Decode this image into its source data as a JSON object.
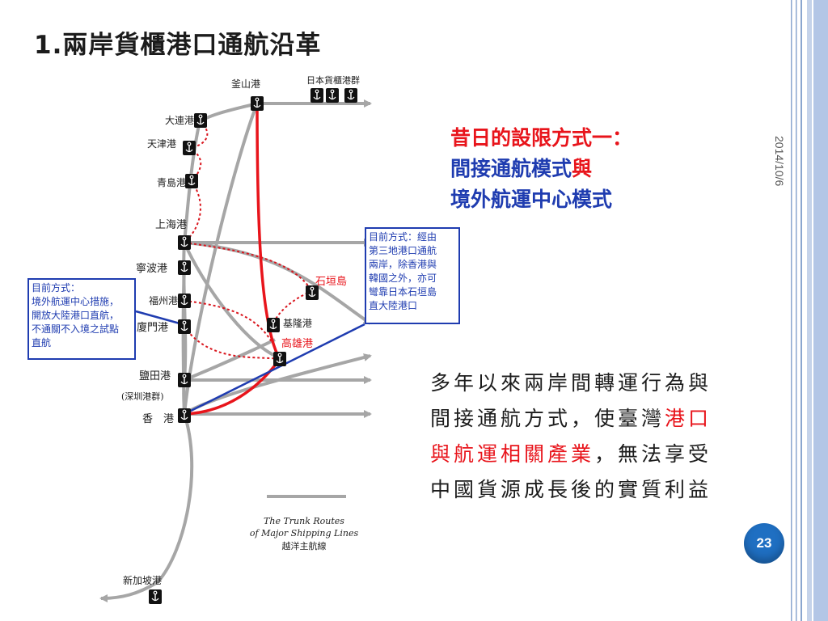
{
  "title": "1.兩岸貨櫃港口通航沿革",
  "date": "2014/10/6",
  "slide_number": "23",
  "heading": {
    "line1": "昔日的設限方式一：",
    "line2_a": "間接通航模式",
    "line2_b": "與",
    "line3": "境外航運中心模式"
  },
  "paragraph": {
    "part1": "多年以來兩岸間轉運行為與間接通航方式，使臺灣",
    "highlight": "港口與航運相關產業",
    "part2": "，無法享受中國貨源成長後的實質利益"
  },
  "box_left": {
    "line1": "目前方式：",
    "line2": "境外航運中心措施，",
    "line3": "開放大陸港口直航，",
    "line4": "不通關不入境之試點",
    "line5": "直航"
  },
  "box_right": {
    "line1": "目前方式：經由",
    "line2": "第三地港口通航",
    "line3": "兩岸，除香港與",
    "line4": "韓國之外，亦可",
    "line5": "彎靠日本石垣島",
    "line6": "直大陸港口"
  },
  "ports": {
    "busan": "釜山港",
    "japan": "日本貨櫃港群",
    "dalian": "大連港",
    "tianjin": "天津港",
    "qingdao": "青島港",
    "shanghai": "上海港",
    "ningbo": "寧波港",
    "fuzhou": "福州港",
    "xiamen": "廈門港",
    "yantian": "鹽田港",
    "shenzhen": "(深圳港群)",
    "hongkong": "香　港",
    "ishigaki": "石垣島",
    "keelung": "基隆港",
    "kaohsiung": "高雄港",
    "singapore": "新加坡港"
  },
  "legend": {
    "line1": "The Trunk Routes",
    "line2": "of Major Shipping Lines",
    "line3": "越洋主航線"
  },
  "colors": {
    "route_gray": "#a6a6a6",
    "direct_red": "#e8141b",
    "dotted_red": "#d9161e",
    "blue": "#1f3cb0",
    "accent_blue": "#1f6fc2"
  }
}
